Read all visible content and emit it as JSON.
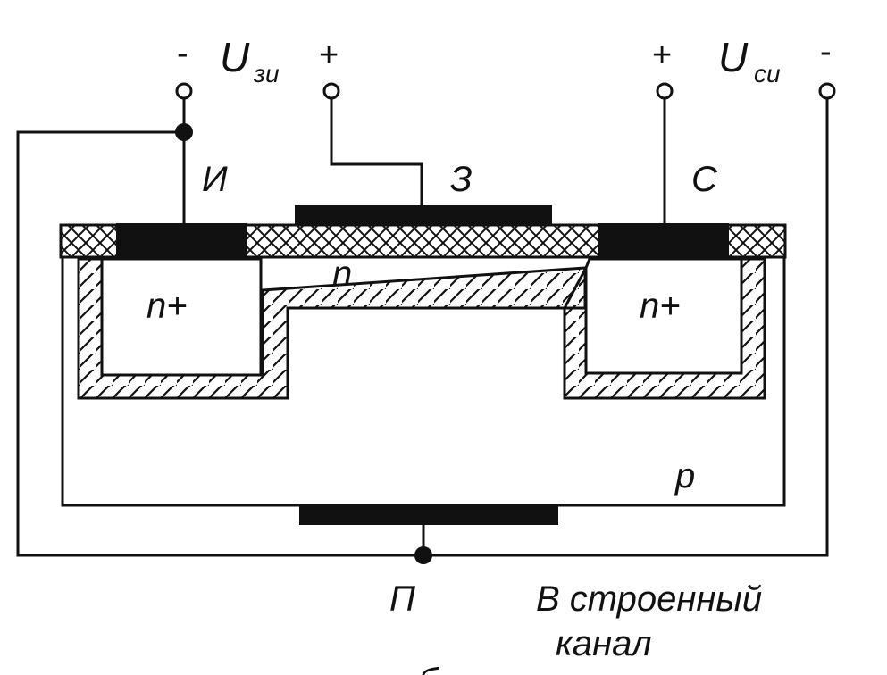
{
  "labels": {
    "u_gs": "U",
    "u_gs_sub": "зи",
    "u_ds": "U",
    "u_ds_sub": "си",
    "minus": "-",
    "plus": "+",
    "source": "И",
    "gate": "З",
    "drain": "С",
    "n_plus_left": "n+",
    "n_plus_right": "n+",
    "n_channel": "n",
    "p_substrate": "p",
    "substrate_terminal": "П",
    "built_in_channel_line1": "В строенный",
    "built_in_channel_line2": "канал",
    "bottom_fragment": "б"
  },
  "colors": {
    "ink": "#111111",
    "background": "#ffffff"
  }
}
